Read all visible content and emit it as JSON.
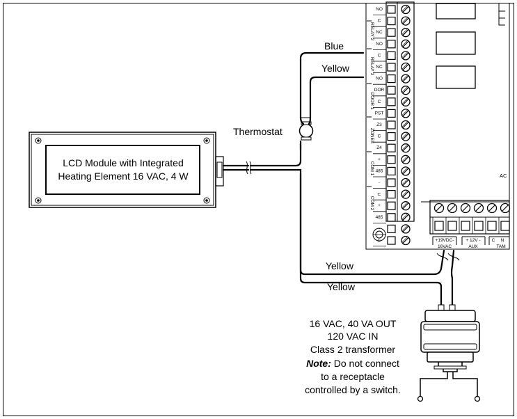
{
  "lcd": {
    "line1": "LCD Module with Integrated",
    "line2": "Heating Element 16 VAC, 4 W"
  },
  "wires": {
    "blue": "Blue",
    "yellow_relay": "Yellow",
    "yellow_upper": "Yellow",
    "yellow_lower": "Yellow"
  },
  "thermostat": {
    "label": "Thermostat"
  },
  "transformer": {
    "line1": "16 VAC, 40 VA OUT",
    "line2": "120 VAC IN",
    "line3": "Class 2 transformer",
    "note_label": "Note:",
    "note_rest": " Do not connect",
    "line5": "to a receptacle",
    "line6": "controlled by a switch."
  },
  "terminal_strip": {
    "group_labels": {
      "relay2": "RELAY 2",
      "relay3": "RELAY 3",
      "door1": "DOOR 1",
      "zones": "ZONES",
      "com1": "COM 1",
      "com2": "COM 2"
    },
    "terminals": [
      "NO",
      "C",
      "NC",
      "NO",
      "C",
      "NC",
      "NO",
      "DOR",
      "C",
      "PST",
      "Z3",
      "C",
      "Z4",
      "+",
      "485",
      "-",
      "⊏",
      "+",
      "485",
      "-",
      "⊏"
    ]
  },
  "bottom_terminals": {
    "power": [
      "+19VDC-",
      "16VAC"
    ],
    "aux": [
      "+ 12V -",
      "AUX"
    ],
    "tamper": [
      "C",
      "N",
      "TAM"
    ]
  },
  "edge_text": {
    "ac": "AC"
  }
}
